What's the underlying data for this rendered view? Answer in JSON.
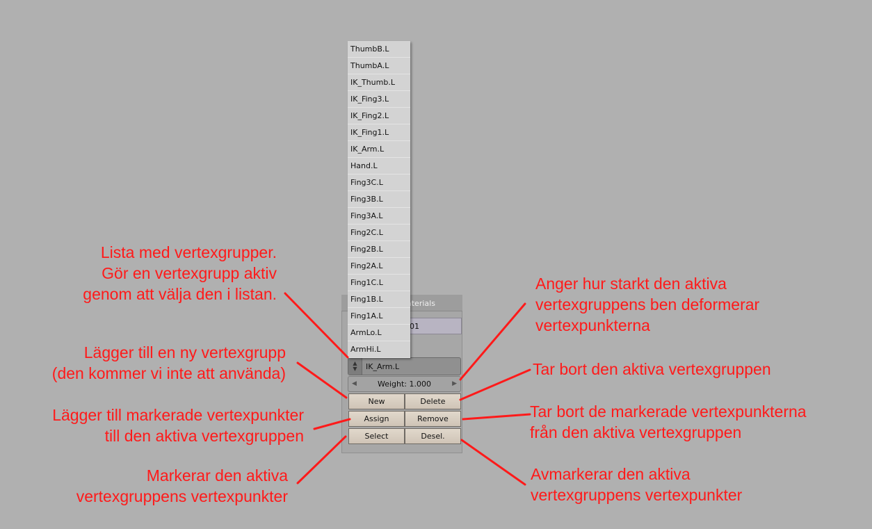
{
  "panel": {
    "tab_label": "aterials",
    "object_field_value": "01",
    "active_group": "IK_Arm.L",
    "weight_label": "Weight: 1.000",
    "buttons": {
      "new": "New",
      "delete": "Delete",
      "assign": "Assign",
      "remove": "Remove",
      "select": "Select",
      "deselect": "Desel."
    }
  },
  "vertex_groups": [
    "ThumbB.L",
    "ThumbA.L",
    "IK_Thumb.L",
    "IK_Fing3.L",
    "IK_Fing2.L",
    "IK_Fing1.L",
    "IK_Arm.L",
    "Hand.L",
    "Fing3C.L",
    "Fing3B.L",
    "Fing3A.L",
    "Fing2C.L",
    "Fing2B.L",
    "Fing2A.L",
    "Fing1C.L",
    "Fing1B.L",
    "Fing1A.L",
    "ArmLo.L",
    "ArmHi.L"
  ],
  "annotations": {
    "list": [
      "Lista med vertexgrupper.",
      "Gör en vertexgrupp aktiv",
      "genom att välja den i listan."
    ],
    "new": [
      "Lägger till en ny vertexgrupp",
      "(den kommer vi inte att använda)"
    ],
    "assign": [
      "Lägger till markerade vertexpunkter",
      "till den aktiva vertexgruppen"
    ],
    "select": [
      "Markerar den aktiva",
      "vertexgruppens vertexpunkter"
    ],
    "weight": [
      "Anger hur starkt den aktiva",
      "vertexgruppens ben deformerar",
      "vertexpunkterna"
    ],
    "delete": [
      "Tar bort den aktiva vertexgruppen"
    ],
    "remove": [
      "Tar bort de markerade vertexpunkterna",
      "från den aktiva vertexgruppen"
    ],
    "deselect": [
      "Avmarkerar den aktiva",
      "vertexgruppens vertexpunkter"
    ]
  },
  "colors": {
    "annotation": "#ff1a1a",
    "background": "#b0b0b0"
  }
}
